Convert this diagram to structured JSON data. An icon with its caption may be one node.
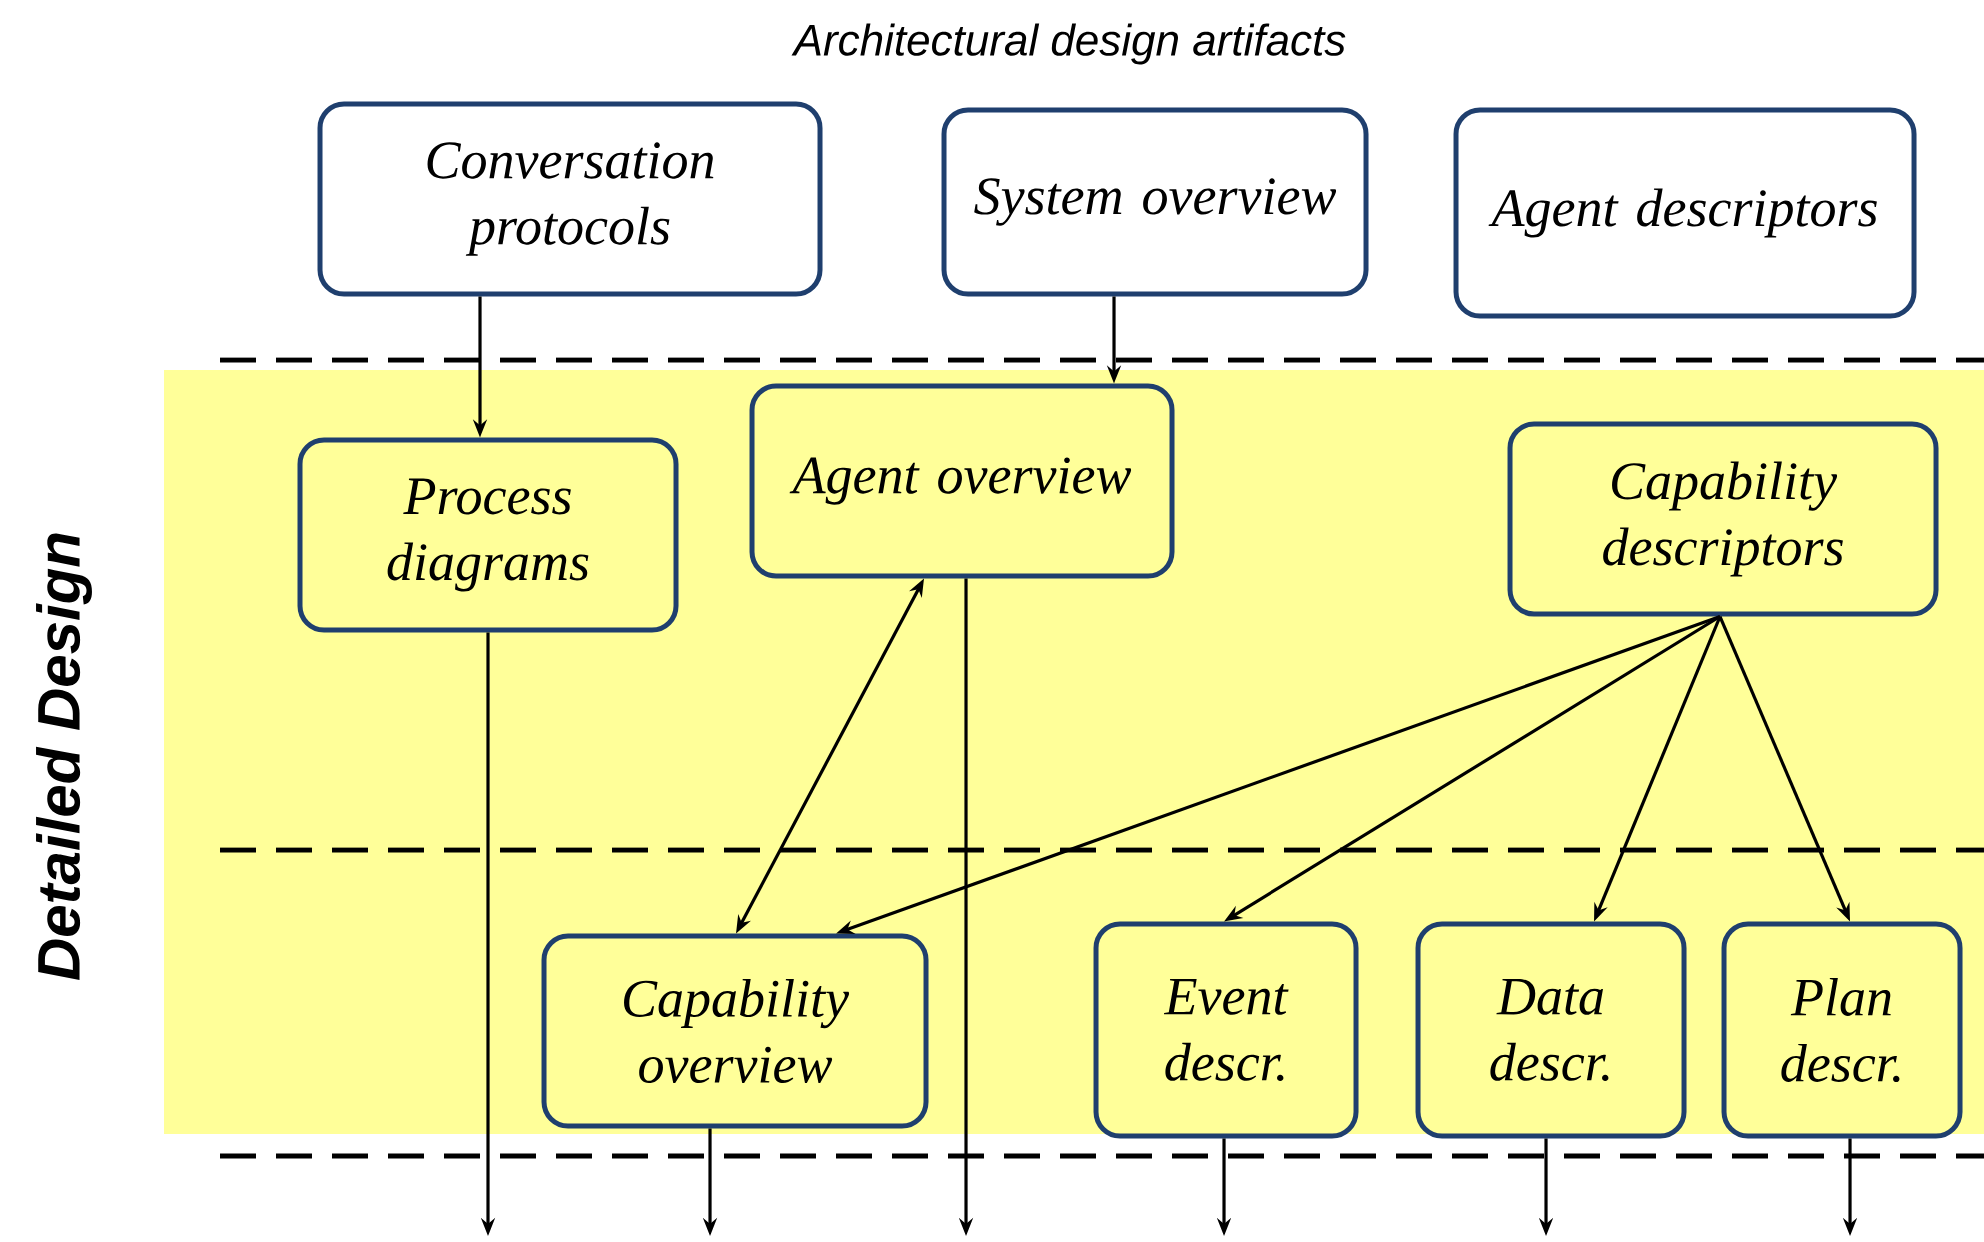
{
  "diagram": {
    "title": "Architectural design artifacts",
    "nodes": [
      {
        "text": [
          "Conversation protocols"
        ]
      },
      {
        "text": [
          "System overview"
        ]
      },
      {
        "text": [
          "Agent descriptors"
        ]
      },
      {
        "text": [
          "Process diagrams"
        ]
      },
      {
        "text": [
          "Agent overview"
        ]
      },
      {
        "text": [
          "Capability descriptors"
        ]
      },
      {
        "text": [
          "Capability overview"
        ]
      },
      {
        "text": [
          "Event descr."
        ]
      },
      {
        "text": [
          "Data descr."
        ]
      },
      {
        "text": [
          "Plan descr."
        ]
      }
    ],
    "edges": [
      {
        "from": 0,
        "to": 3,
        "arrow": "to"
      },
      {
        "from": 1,
        "to": 4,
        "arrow": "to"
      },
      {
        "from": 4,
        "to": 6,
        "arrow": "both"
      },
      {
        "from": 5,
        "to": 6,
        "arrow": "to"
      },
      {
        "from": 5,
        "to": 7,
        "arrow": "to"
      },
      {
        "from": 5,
        "to": 8,
        "arrow": "to"
      },
      {
        "from": 5,
        "to": 9,
        "arrow": "to"
      },
      {
        "from": 3,
        "to": null,
        "arrow": "to"
      },
      {
        "from": 6,
        "to": null,
        "arrow": "to"
      },
      {
        "from": 4,
        "to": null,
        "arrow": "to"
      },
      {
        "from": 7,
        "to": null,
        "arrow": "to"
      },
      {
        "from": 8,
        "to": null,
        "arrow": "to"
      },
      {
        "from": 9,
        "to": null,
        "arrow": "to"
      }
    ],
    "labels": [
      "Detailed Design"
    ]
  }
}
